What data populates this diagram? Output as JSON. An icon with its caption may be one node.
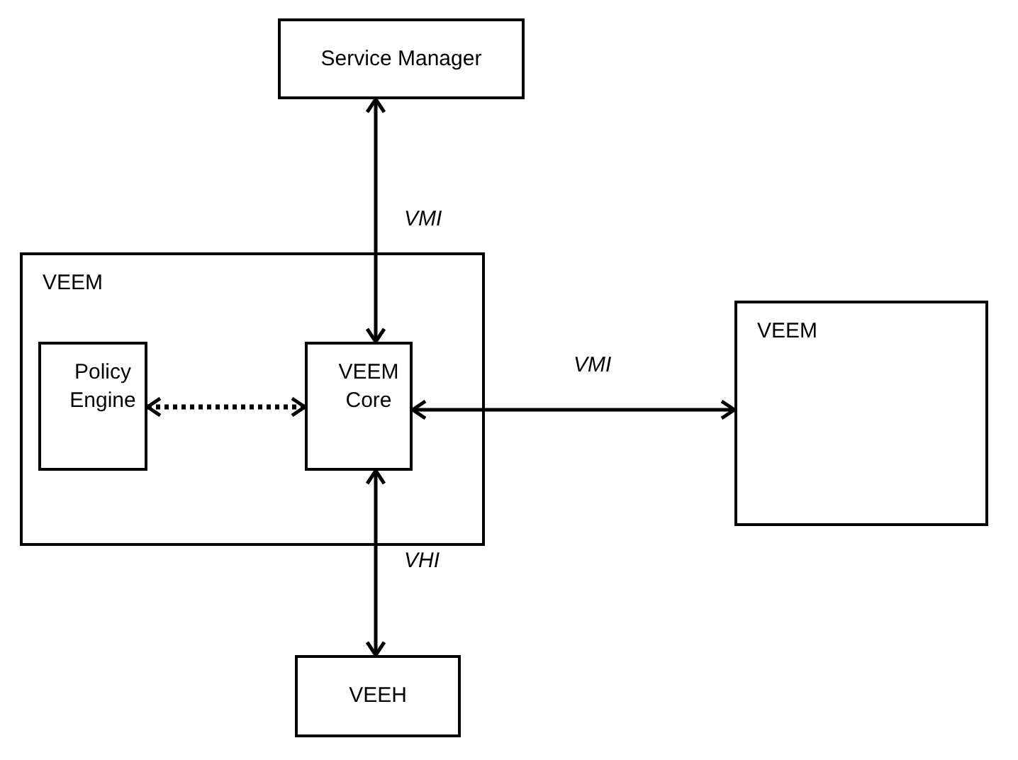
{
  "diagram": {
    "nodes": [
      {
        "text": [
          "Service Manager"
        ]
      },
      {
        "text": [
          "VEEM"
        ]
      },
      {
        "text": [
          "Policy Engine"
        ],
        "in": 1
      },
      {
        "text": [
          "VEEM Core"
        ],
        "in": 1
      },
      {
        "text": [
          "VEEM"
        ]
      },
      {
        "text": [
          "VEEH"
        ]
      }
    ],
    "edges": [
      {
        "from": 0,
        "to": 3,
        "arrow": "both",
        "label": "VMI"
      },
      {
        "from": 2,
        "to": 3,
        "arrow": "both",
        "style": "dashed"
      },
      {
        "from": 3,
        "to": 4,
        "arrow": "both",
        "label": "VMI"
      },
      {
        "from": 3,
        "to": 5,
        "arrow": "both",
        "label": "VHI"
      }
    ]
  }
}
